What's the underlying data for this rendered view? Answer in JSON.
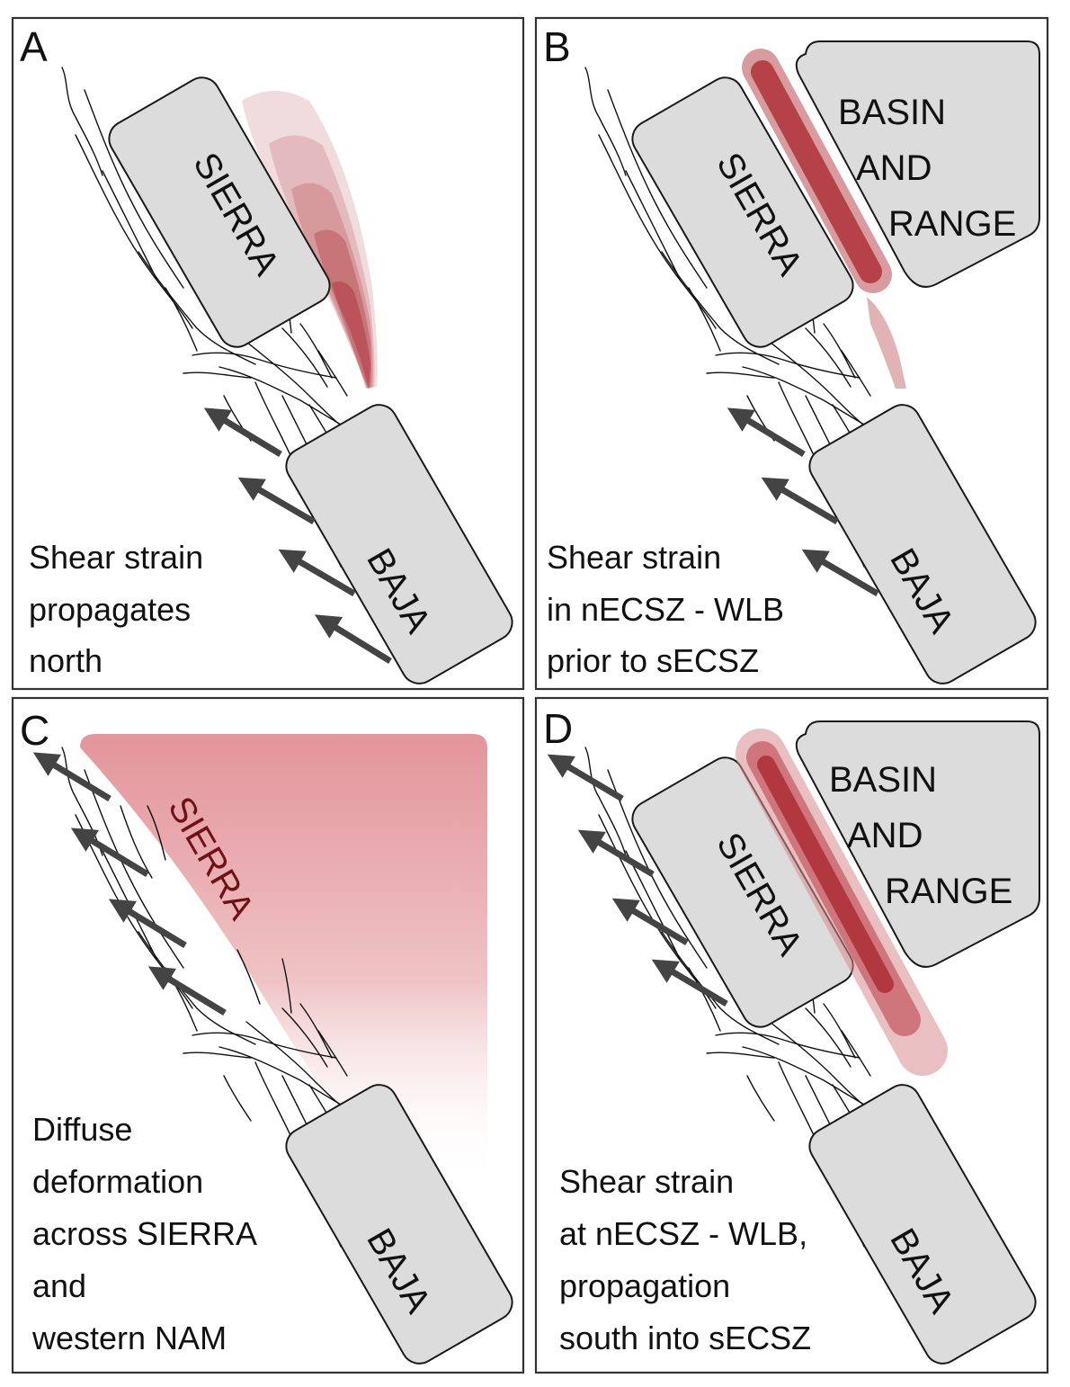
{
  "figure": {
    "panels": [
      {
        "id": "A",
        "letter": "A",
        "blocks": [
          "SIERRA",
          "BAJA"
        ],
        "caption_lines": [
          "Shear strain",
          "propagates",
          "north"
        ],
        "strain_zone": "nested shear zone along east edge of SIERRA, propagating north",
        "arrows": 4
      },
      {
        "id": "B",
        "letter": "B",
        "blocks": [
          "SIERRA",
          "BASIN AND RANGE",
          "BAJA"
        ],
        "basin_range_lines": [
          "BASIN",
          "AND",
          "RANGE"
        ],
        "caption_lines": [
          "Shear strain",
          "in nECSZ - WLB",
          "prior to sECSZ"
        ],
        "strain_zone": "narrow band between SIERRA and BASIN AND RANGE",
        "arrows": 3
      },
      {
        "id": "C",
        "letter": "C",
        "blocks": [
          "SIERRA",
          "BAJA"
        ],
        "caption_lines": [
          "Diffuse",
          "deformation",
          "across SIERRA",
          "and",
          "western NAM"
        ],
        "strain_zone": "diffuse gradient across SIERRA and western NAM",
        "arrows": 4
      },
      {
        "id": "D",
        "letter": "D",
        "blocks": [
          "SIERRA",
          "BASIN AND RANGE",
          "BAJA"
        ],
        "basin_range_lines": [
          "BASIN",
          "AND",
          "RANGE"
        ],
        "caption_lines": [
          "Shear strain",
          "at nECSZ - WLB,",
          "propagation",
          "south into sECSZ"
        ],
        "strain_zone": "band between SIERRA and BASIN AND RANGE extending south",
        "arrows": 4
      }
    ],
    "colors": {
      "block_fill": "#dcdcdc",
      "strain_dark": "#a8242b",
      "strain_light": "#e8a0a4",
      "arrow": "#444444",
      "fault_line": "#111111"
    }
  }
}
